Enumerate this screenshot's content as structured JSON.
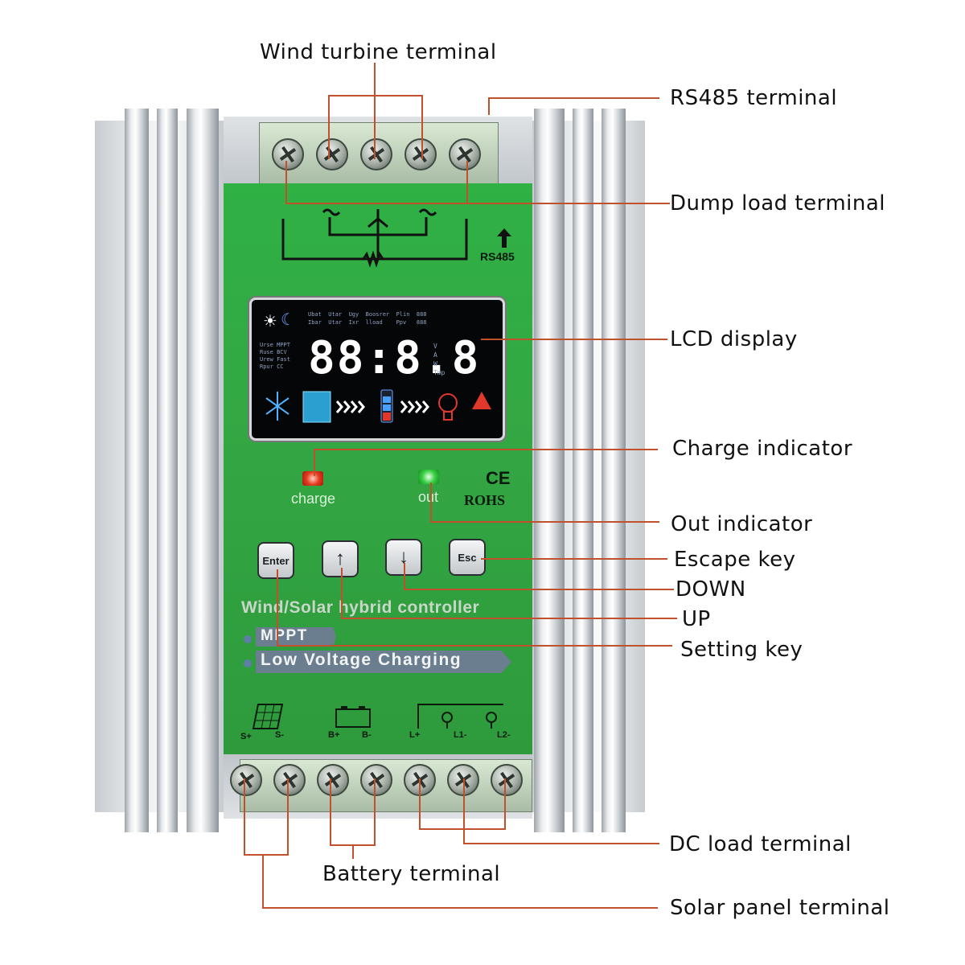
{
  "callouts": {
    "wind_turbine_terminal": "Wind turbine terminal",
    "rs485_terminal": "RS485 terminal",
    "dump_load_terminal": "Dump load terminal",
    "lcd_display": "LCD display",
    "charge_indicator": "Charge indicator",
    "out_indicator": "Out indicator",
    "escape_key": "Escape key",
    "down": "DOWN",
    "up": "UP",
    "setting_key": "Setting key",
    "dc_load_terminal": "DC load terminal",
    "battery_terminal": "Battery terminal",
    "solar_panel_terminal": "Solar panel terminal"
  },
  "panel": {
    "rs485_label": "RS485",
    "lcd": {
      "digits": "88:8.8",
      "row1": "Ubat  Utar  Ugy  Boosrer  Plin  888",
      "row2": "Ibar  Utar  Ixr  lload    Ppv   888",
      "left_col": "Urse MPPT\nRuse BCV\nUrew Fast\nRpur CC",
      "units": "V\nA\nW\nTmp"
    },
    "led_charge_label": "charge",
    "led_out_label": "out",
    "ce_mark": "CE",
    "rohs": "ROHS",
    "keys": {
      "enter": "Enter",
      "up": "↑",
      "down": "↓",
      "esc": "Esc"
    },
    "title": "Wind/Solar hybrid controller",
    "banner_mppt": "MPPT",
    "banner_low_voltage": "Low Voltage Charging",
    "terminal_labels": [
      "S+",
      "S-",
      "B+",
      "B-",
      "L+",
      "L1-",
      "L2-"
    ]
  },
  "colors": {
    "leader": "#c1502d",
    "panel_green": "#2fb144",
    "led_red": "#e53a1f",
    "led_green": "#38d043"
  }
}
